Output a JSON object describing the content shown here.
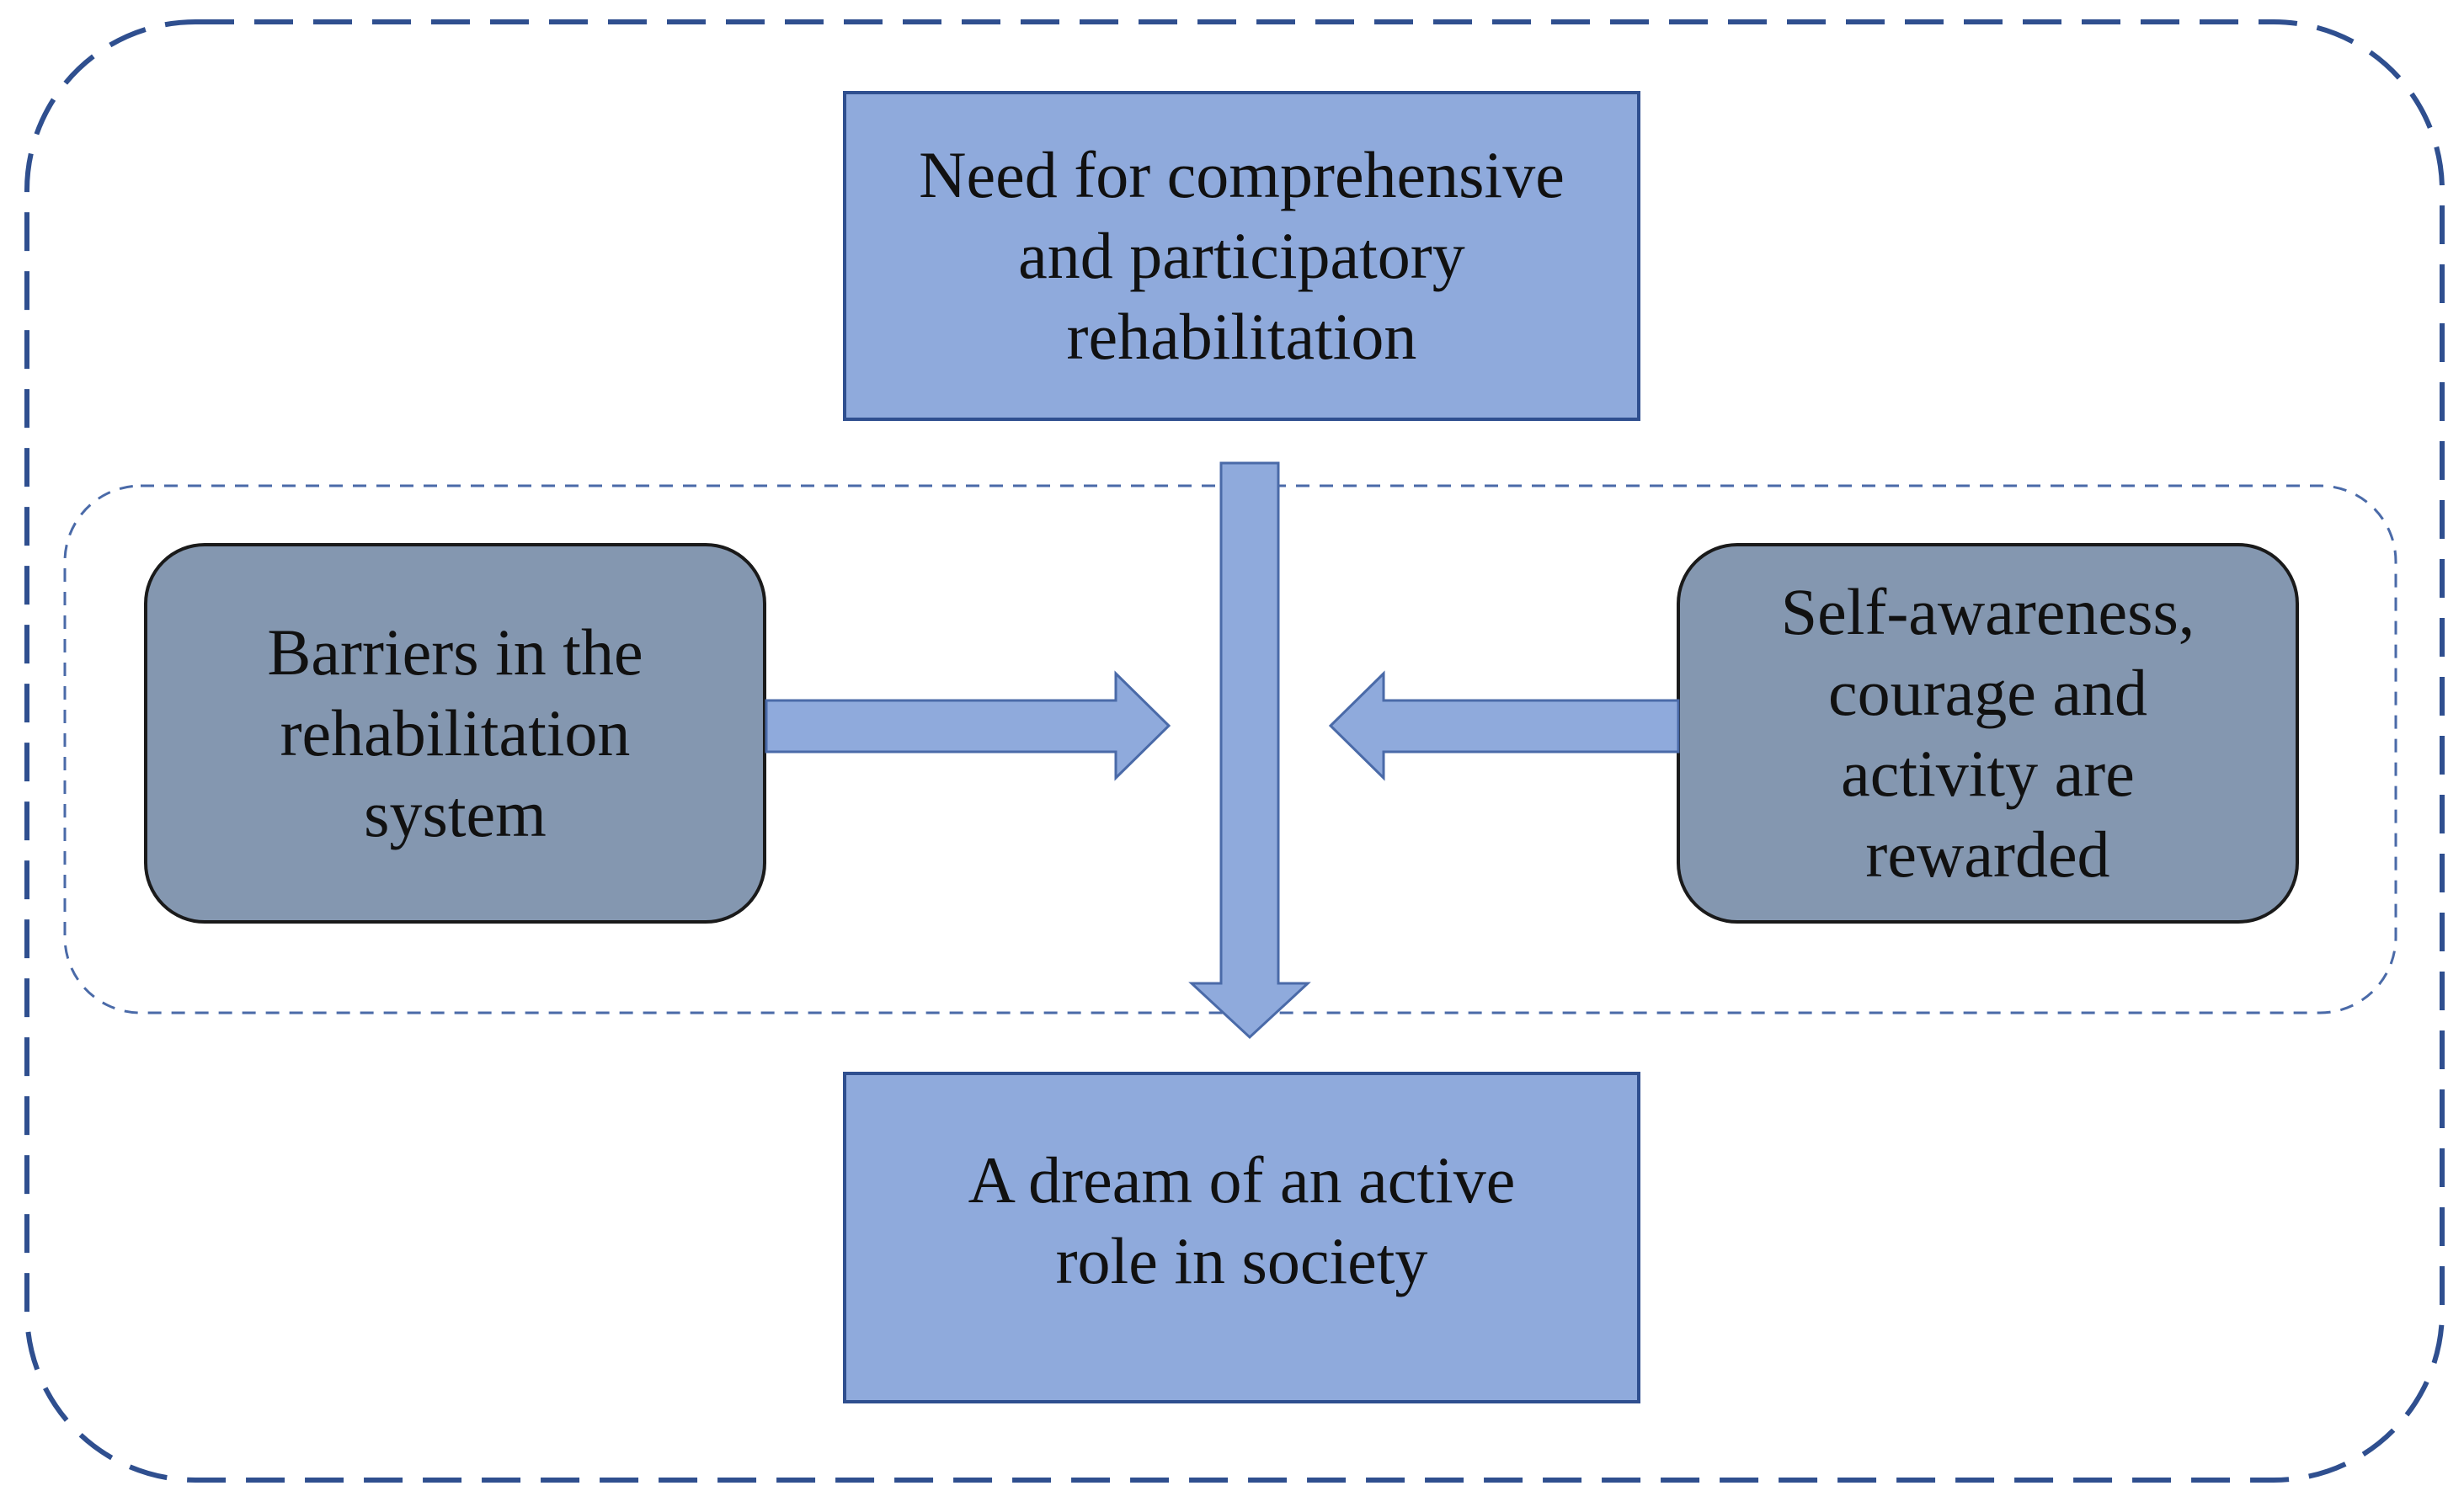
{
  "diagram": {
    "top_box": {
      "text": "Need for comprehensive\nand participatory\nrehabilitation"
    },
    "left_box": {
      "text": "Barriers in the\nrehabilitation\nsystem"
    },
    "right_box": {
      "text": "Self-awareness,\ncourage and\nactivity are\nrewarded"
    },
    "bottom_box": {
      "text": "A dream of an active\nrole in society"
    },
    "colors": {
      "rect_fill": "#8faadc",
      "rect_stroke": "#2f4f8f",
      "rounded_fill": "#8497b0",
      "rounded_stroke": "#1a1a1a",
      "arrow_fill": "#8faadc",
      "arrow_stroke": "#4a6aa8",
      "outer_dash": "#2f4f8f",
      "inner_dash": "#4a6aa8"
    }
  }
}
